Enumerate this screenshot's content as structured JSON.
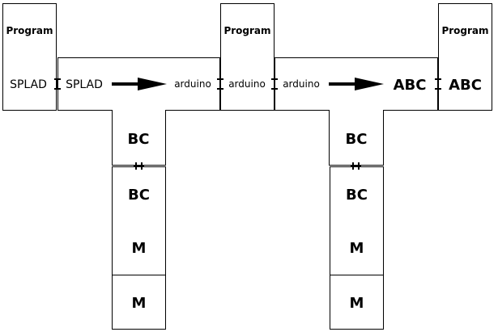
{
  "nodes": {
    "program_left": "Program",
    "program_mid": "Program",
    "program_right": "Program",
    "splad_program": "SPLAD",
    "splad_source": "SPLAD",
    "arduino_target": "arduino",
    "arduino_program": "arduino",
    "arduino_source": "arduino",
    "abc_target": "ABC",
    "abc_program": "ABC",
    "bc_left_t": "BC",
    "bc_left_i": "BC",
    "m_left_i": "M",
    "m_left_bottom": "M",
    "bc_right_t": "BC",
    "bc_right_i": "BC",
    "m_right_i": "M",
    "m_right_bottom": "M"
  }
}
